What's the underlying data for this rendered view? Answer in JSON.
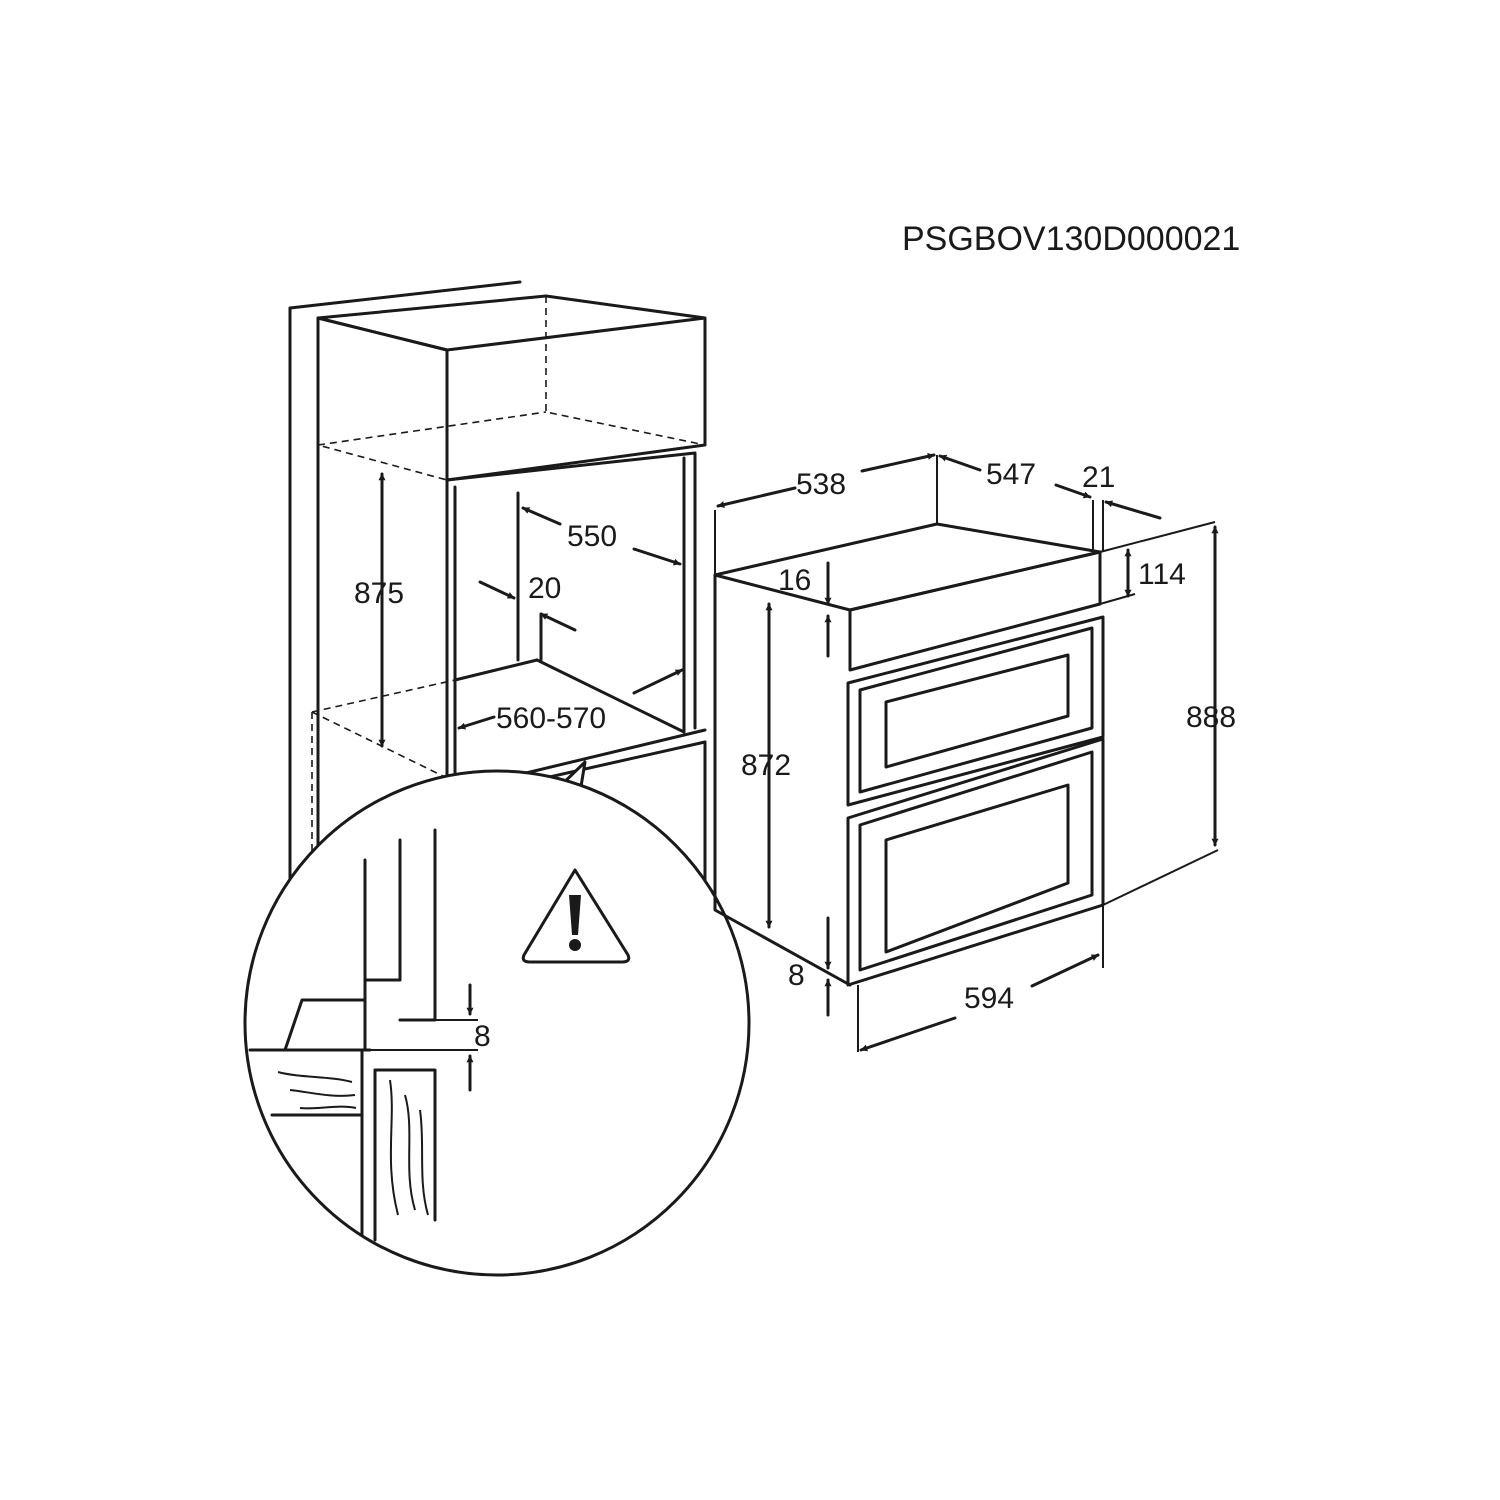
{
  "code": "PSGBOV130D000021",
  "dimensions": {
    "cabinet_height": "875",
    "niche_depth": "550",
    "side_gap": "20",
    "niche_width": "560-570",
    "detail_gap": "8",
    "top_depth": "538",
    "body_depth": "547",
    "front_thickness": "21",
    "panel_offset": "16",
    "control_panel_height": "114",
    "body_height": "872",
    "total_height": "888",
    "bottom_offset": "8",
    "front_width": "594"
  },
  "colors": {
    "line": "#1a1a1a",
    "background": "#ffffff"
  },
  "icons": [
    "warning-triangle-icon"
  ]
}
